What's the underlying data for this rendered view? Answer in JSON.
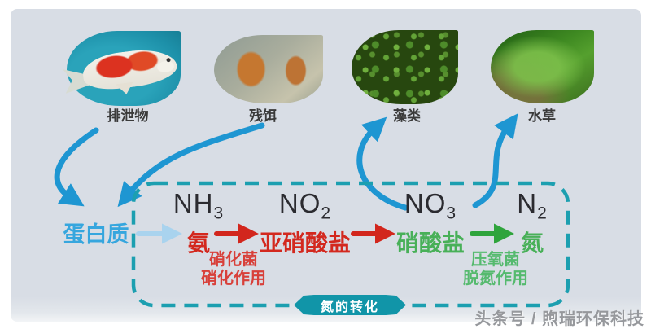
{
  "sources": [
    {
      "label": "排泄物"
    },
    {
      "label": "残饵"
    },
    {
      "label": "藻类"
    },
    {
      "label": "水草"
    }
  ],
  "protein": {
    "label": "蛋白质"
  },
  "cycle": {
    "stages": [
      {
        "formula": "NH",
        "subscript": "3",
        "name": "氨"
      },
      {
        "formula": "NO",
        "subscript": "2",
        "name": "亚硝酸盐"
      },
      {
        "formula": "NO",
        "subscript": "3",
        "name": "硝酸盐"
      },
      {
        "formula": "N",
        "subscript": "2",
        "name": "氮"
      }
    ],
    "nitrification_note": {
      "line1": "硝化菌",
      "line2": "硝化作用"
    },
    "denitrification_note": {
      "line1": "压氧菌",
      "line2": "脱氮作用"
    },
    "badge_label": "氮的转化"
  },
  "watermark": {
    "text": "头条号 / 煦瑞环保科技"
  },
  "colors": {
    "panel_background": "#d8dde5",
    "flow_arrow_blue": "#1e96d2",
    "light_blue_arrow": "#a9d3ee",
    "red": "#d3281e",
    "green": "#2fa43c",
    "teal_dash": "#1c9fb0",
    "badge_teal": "#1195a8",
    "protein_blue": "#36a6de",
    "leaf_teal": "#1d90a9"
  }
}
